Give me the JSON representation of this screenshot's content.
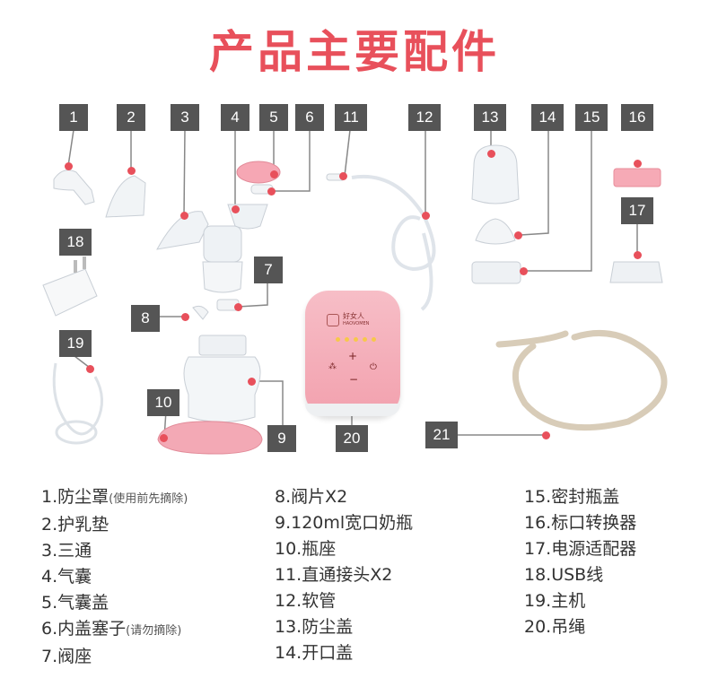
{
  "title": "产品主要配件",
  "labels": [
    "1",
    "2",
    "3",
    "4",
    "5",
    "6",
    "11",
    "12",
    "13",
    "14",
    "15",
    "16",
    "17",
    "18",
    "7",
    "8",
    "19",
    "10",
    "9",
    "20",
    "21"
  ],
  "legend": {
    "col1": [
      {
        "text": "1.防尘罩",
        "note": "(使用前先摘除)"
      },
      {
        "text": "2.护乳垫",
        "note": ""
      },
      {
        "text": "3.三通",
        "note": ""
      },
      {
        "text": "4.气囊",
        "note": ""
      },
      {
        "text": "5.气囊盖",
        "note": ""
      },
      {
        "text": "6.内盖塞子",
        "note": "(请勿摘除)"
      },
      {
        "text": "7.阀座",
        "note": ""
      }
    ],
    "col2": [
      "8.阀片X2",
      "9.120ml宽口奶瓶",
      "10.瓶座",
      "11.直通接头X2",
      "12.软管",
      "13.防尘盖",
      "14.开口盖"
    ],
    "col3": [
      "15.密封瓶盖",
      "16.标口转换器",
      "17.电源适配器",
      "18.USB线",
      "19.主机",
      "20.吊绳"
    ]
  },
  "device": {
    "brand": "好女人",
    "brand_sub": "HAOVOMEN"
  },
  "colors": {
    "accent": "#e8505b",
    "label_bg": "#555555",
    "pink": "#f4b0b9"
  }
}
